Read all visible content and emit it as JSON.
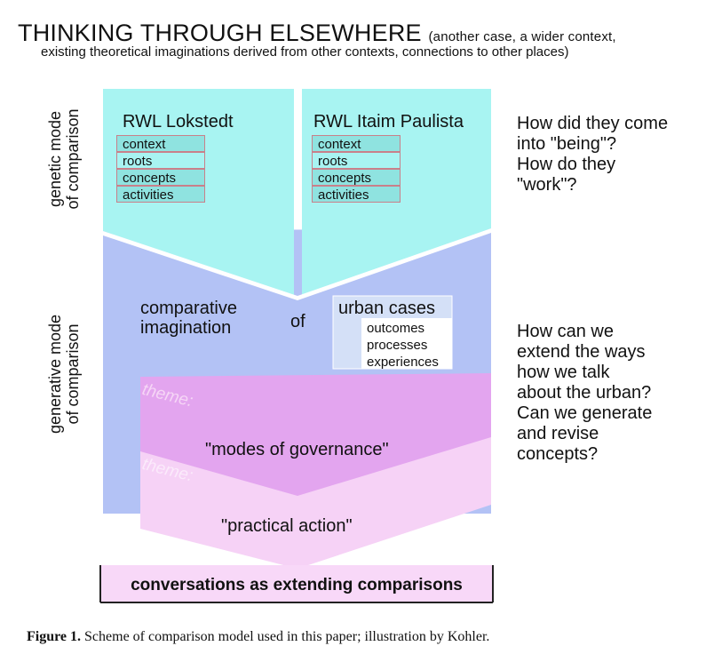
{
  "header": {
    "title": "THINKING THROUGH ELSEWHERE",
    "subtitle_part1": "(another case, a wider context,",
    "subtitle_part2": "existing theoretical imaginations derived from other contexts, connections to other places)"
  },
  "side_labels": {
    "genetic": [
      "genetic mode",
      "of comparison"
    ],
    "generative": [
      "generative mode",
      "of comparison"
    ]
  },
  "cases": [
    {
      "title": "RWL Lokstedt",
      "items": [
        "context",
        "roots",
        "concepts",
        "activities"
      ]
    },
    {
      "title": "RWL Itaim Paulista",
      "items": [
        "context",
        "roots",
        "concepts",
        "activities"
      ]
    }
  ],
  "questions": {
    "genetic": [
      "How did they come",
      "into \"being\"?",
      "How do they",
      "\"work\"?"
    ],
    "generative": [
      "How can we",
      "extend the ways",
      "how we talk",
      "about the urban?",
      "Can we generate",
      "and revise",
      "concepts?"
    ]
  },
  "comparative": {
    "line1": "comparative",
    "line2": "imagination",
    "of": "of",
    "urban_cases_title": "urban cases",
    "urban_cases_items": [
      "outcomes",
      "processes",
      "experiences"
    ]
  },
  "themes": [
    {
      "tag": "theme:",
      "label": "\"modes of governance\""
    },
    {
      "tag": "theme:",
      "label": "\"practical action\""
    }
  ],
  "bottom_box": "conversations as extending comparisons",
  "caption": {
    "bold": "Figure 1.",
    "text": " Scheme of comparison model used in this paper; illustration by Kohler."
  },
  "colors": {
    "cyan": "#a8f4f2",
    "periwinkle": "#b3c2f5",
    "violet": "#e3a5ef",
    "light_pink": "#f6d2f6",
    "item_fill": "#8fe3e0",
    "item_border": "#c9808a",
    "box_fill": "#f8d8f8"
  }
}
